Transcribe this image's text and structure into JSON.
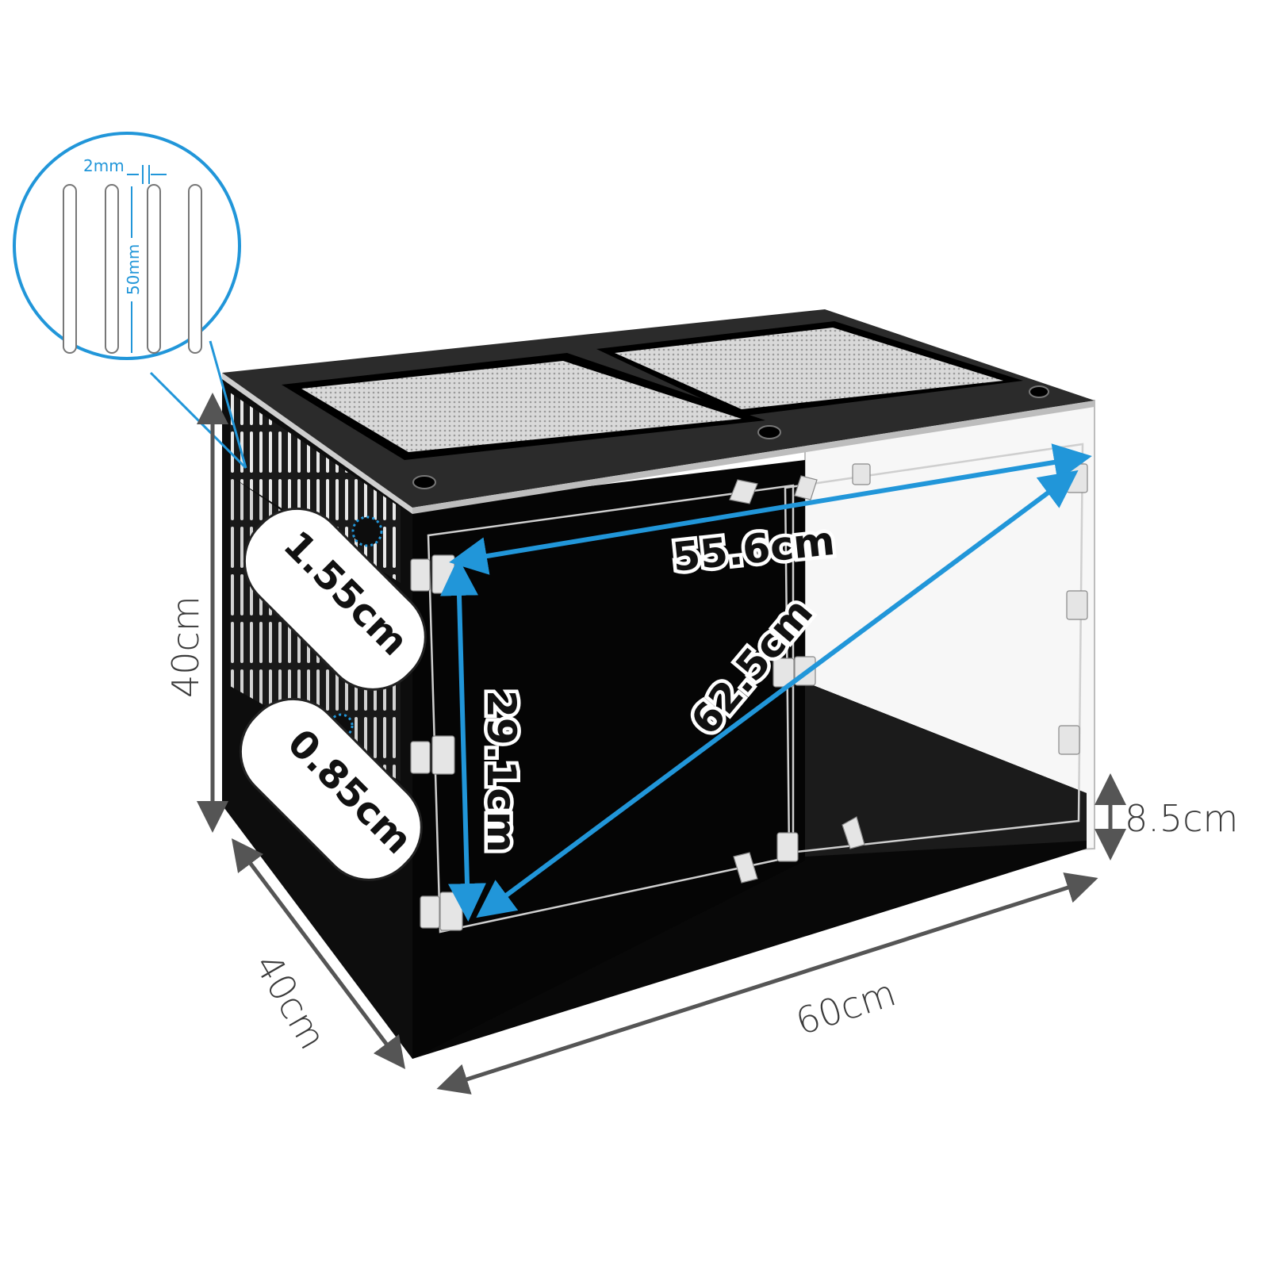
{
  "labels": {
    "height": "40cm",
    "depth": "40cm",
    "width": "60cm",
    "base_height": "8.5cm",
    "inner_width": "55.6cm",
    "inner_diagonal": "62.5cm",
    "door_height": "29.1cm",
    "vent_large": "1.55cm",
    "vent_small": "0.85cm",
    "slot_gap": "2mm",
    "slot_length": "50mm"
  },
  "colors": {
    "accent": "#2196d9",
    "dimension_line": "#555555",
    "enclosure": "#0a0a0a"
  }
}
